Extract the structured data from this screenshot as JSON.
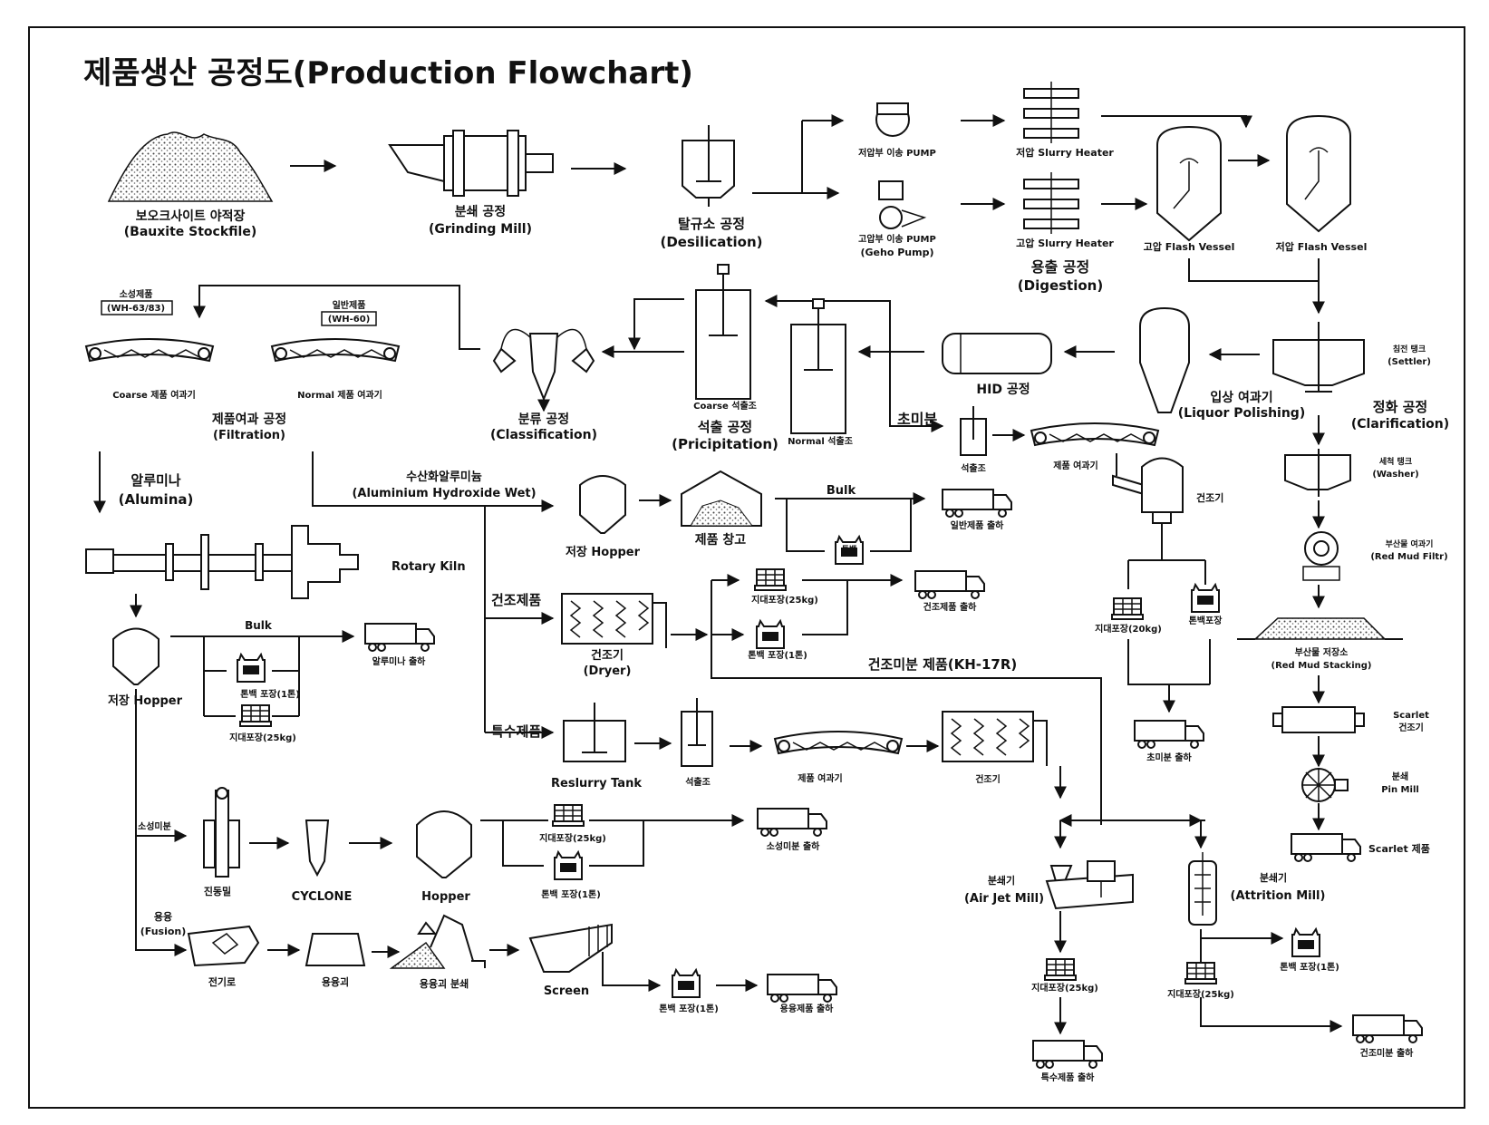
{
  "title": "제품생산 공정도(Production Flowchart)",
  "nodes": {
    "bauxite": [
      "보오크사이트 야적장",
      "(Bauxite Stockfile)"
    ],
    "grinding": [
      "분쇄 공정",
      "(Grinding Mill)"
    ],
    "desilication": [
      "탈규소 공정",
      "(Desilication)"
    ],
    "lp_pump": "저압부 이송 PUMP",
    "hp_pump": [
      "고압부 이송 PUMP",
      "(Geho Pump)"
    ],
    "lp_heater": "저압 Slurry Heater",
    "hp_heater": "고압 Slurry Heater",
    "digestion": [
      "용출 공정",
      "(Digestion)"
    ],
    "hp_flash": "고압 Flash Vessel",
    "lp_flash": "저압 Flash Vessel",
    "settler": [
      "침전 탱크",
      "(Settler)"
    ],
    "clarification": [
      "정화 공정",
      "(Clarification)"
    ],
    "liquor": [
      "입상 여과기",
      "(Liquor Polishing)"
    ],
    "hid": "HID 공정",
    "precipitation": [
      "석출 공정",
      "(Pricipitation)"
    ],
    "coarse_precip": "Coarse 석출조",
    "normal_precip": "Normal 석출조",
    "classification": [
      "분류 공정",
      "(Classification)"
    ],
    "coarse_filter": "Coarse 제품 여과기",
    "normal_filter": "Normal 제품 여과기",
    "filtration": [
      "제품여과 공정",
      "(Filtration)"
    ],
    "tag_wh63": [
      "소성제품",
      "(WH-63/83)"
    ],
    "tag_wh60": [
      "일반제품",
      "(WH-60)"
    ],
    "ultrafine": "초미분",
    "uf_precip": "석출조",
    "uf_filter": "제품 여과기",
    "uf_dryer": "건조기",
    "washer": [
      "세척 탱크",
      "(Washer)"
    ],
    "red_mud_filter": [
      "부산물 여과기",
      "(Red Mud Filtr)"
    ],
    "red_mud_stacking": [
      "부산물 저장소",
      "(Red Mud Stacking)"
    ],
    "scarlet_dryer": [
      "Scarlet",
      "건조기"
    ],
    "pin_mill": [
      "분쇄",
      "Pin Mill"
    ],
    "scarlet_product": "Scarlet 제품",
    "alumina": [
      "알루미나",
      "(Alumina)"
    ],
    "alh_wet": [
      "수산화알루미늄",
      "(Aluminium Hydroxide Wet)"
    ],
    "rotary_kiln": "Rotary Kiln",
    "hopper_store": "저장 Hopper",
    "bulk": "Bulk",
    "ton_pack": "톤백 포장(1톤)",
    "bag_pack_25": "지대포장(25kg)",
    "alumina_ship": "알루미나 출하",
    "hopper_wh": "저장 Hopper",
    "warehouse": "제품 창고",
    "tonbag": "톤백",
    "general_ship": "일반제품 출하",
    "dry_product": "건조제품",
    "dryer": [
      "건조기",
      "(Dryer)"
    ],
    "dry_ship": "건조제품 출하",
    "dry_fine_product": "건조미분 제품(KH-17R)",
    "special_product": "특수제품",
    "reslurry": "Reslurry Tank",
    "sp_precip": "석출조",
    "sp_filter": "제품 여과기",
    "sp_dryer": "건조기",
    "bag_pack_20": "지대포장(20kg)",
    "tonbag_pack": "톤백포장",
    "uf_ship": "초미분 출하",
    "calcined_fine": "소성미분",
    "vib_mill": "진동밀",
    "cyclone": "CYCLONE",
    "hopper": "Hopper",
    "calcined_ship": "소성미분 출하",
    "fusion": [
      "용융",
      "(Fusion)"
    ],
    "furnace": "전기로",
    "fused_lump": "용융괴",
    "crushing": "용융괴 분쇄",
    "screen": "Screen",
    "fused_ship": "용융제품 출하",
    "ajm": [
      "분쇄기",
      "(Air Jet Mill)"
    ],
    "attr": [
      "분쇄기",
      "(Attrition Mill)"
    ],
    "special_ship": "특수제품 출하",
    "dry_fine_ship": "건조미분 출하"
  }
}
